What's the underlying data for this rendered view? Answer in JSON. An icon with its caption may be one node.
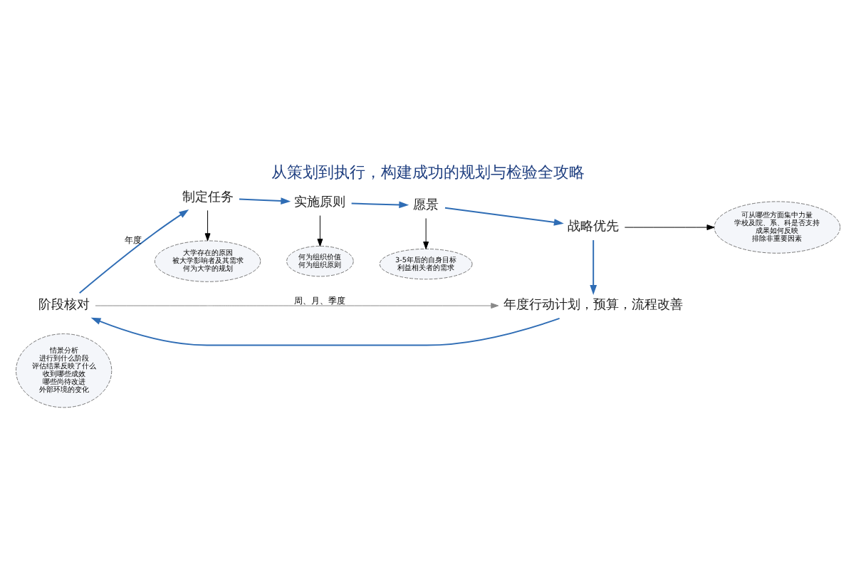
{
  "diagram": {
    "title": "从策划到执行，构建成功的规划与检验全攻略",
    "nodes": [
      {
        "text": [
          "情景分析",
          "进行到什么阶段",
          "评估结果反映了什么",
          "收到哪些成效",
          "哪些尚待改进",
          "外部环境的变化"
        ]
      },
      {
        "text": [
          "制定任务"
        ]
      },
      {
        "text": [
          "大学存在的原因",
          "被大学影响者及其需求",
          "何为大学的规划"
        ]
      },
      {
        "text": [
          "实施原则"
        ]
      },
      {
        "text": [
          "何为组织价值",
          "何为组织原则"
        ]
      },
      {
        "text": [
          "愿景"
        ]
      },
      {
        "text": [
          "3-5年后的自身目标",
          "利益相关者的需求"
        ]
      },
      {
        "text": [
          "战略优先"
        ]
      },
      {
        "text": [
          "可从哪些方面集中力量",
          "学校及院、系、科是否支持",
          "成果如何反映",
          "排除非重要因素"
        ]
      },
      {
        "text": [
          "年度行动计划，预算，流程改善"
        ]
      },
      {
        "text": [
          "阶段核对"
        ]
      }
    ],
    "edges": [
      {
        "from": 1,
        "to": 3,
        "arrow": "to"
      },
      {
        "from": 3,
        "to": 5,
        "arrow": "to"
      },
      {
        "from": 5,
        "to": 7,
        "arrow": "to"
      },
      {
        "from": 7,
        "to": 9,
        "arrow": "to"
      },
      {
        "from": 9,
        "to": 10,
        "arrow": "to"
      },
      {
        "from": 10,
        "to": 1,
        "arrow": "to",
        "label": "年度"
      },
      {
        "from": 10,
        "to": 9,
        "arrow": "to",
        "label": "周、月、季度",
        "color": "#888888"
      },
      {
        "from": 1,
        "to": 2,
        "arrow": "to",
        "color": "#000000"
      },
      {
        "from": 3,
        "to": 4,
        "arrow": "to",
        "color": "#000000"
      },
      {
        "from": 5,
        "to": 6,
        "arrow": "to",
        "color": "#000000"
      },
      {
        "from": 7,
        "to": 8,
        "arrow": "to",
        "color": "#000000"
      }
    ]
  }
}
